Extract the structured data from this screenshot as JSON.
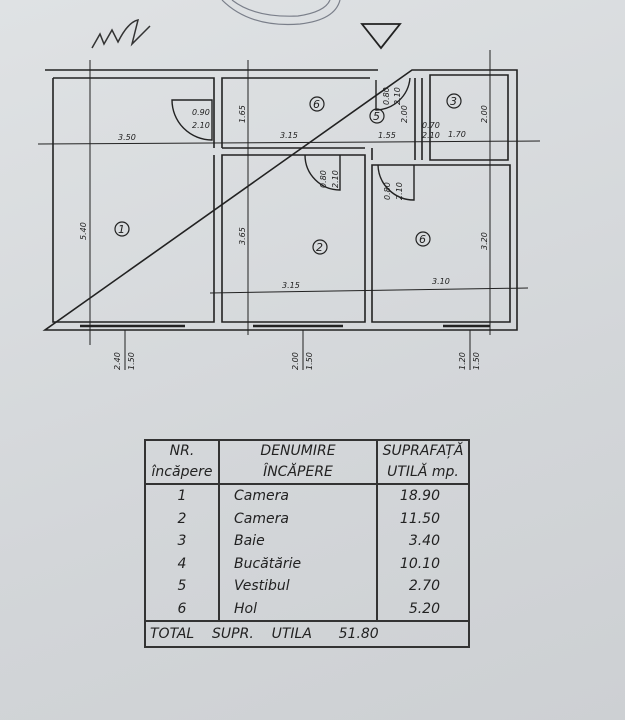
{
  "plan": {
    "room_markers": [
      "1",
      "2",
      "3",
      "5",
      "6",
      "6"
    ],
    "dimensions": {
      "r1_width": "3.50",
      "r1_length": "5.40",
      "hol_width": "3.15",
      "hol_length": "1.65",
      "r2_width": "3.15",
      "r2_length": "3.65",
      "r4_width": "3.10",
      "r4_length": "3.20",
      "vest_width": "1.55",
      "bath_width": "1.70",
      "bath_length": "2.00",
      "vest_length": "2.00"
    },
    "doors": [
      {
        "w": "0.90",
        "h": "2.10"
      },
      {
        "w": "0.80",
        "h": "2.10"
      },
      {
        "w": "0.80",
        "h": "2.10"
      },
      {
        "w": "0.70",
        "h": "2.10"
      },
      {
        "w": "0.80",
        "h": "2.10"
      }
    ],
    "windows": [
      {
        "w": "2.40",
        "h": "1.50"
      },
      {
        "w": "2.00",
        "h": "1.50"
      },
      {
        "w": "1.20",
        "h": "1.50"
      }
    ]
  },
  "table": {
    "headers": {
      "nr": [
        "NR.",
        "încăpere"
      ],
      "name": [
        "DENUMIRE",
        "ÎNCĂPERE"
      ],
      "area": [
        "SUPRAFAȚĂ",
        "UTILĂ mp."
      ]
    },
    "rows": [
      {
        "nr": "1",
        "name": "Camera",
        "area": "18.90"
      },
      {
        "nr": "2",
        "name": "Camera",
        "area": "11.50"
      },
      {
        "nr": "3",
        "name": "Baie",
        "area": "3.40"
      },
      {
        "nr": "4",
        "name": "Bucătărie",
        "area": "10.10"
      },
      {
        "nr": "5",
        "name": "Vestibul",
        "area": "2.70"
      },
      {
        "nr": "6",
        "name": "Hol",
        "area": "5.20"
      }
    ],
    "total": {
      "label1": "TOTAL",
      "label2": "SUPR.",
      "label3": "UTILA",
      "value": "51.80"
    }
  }
}
